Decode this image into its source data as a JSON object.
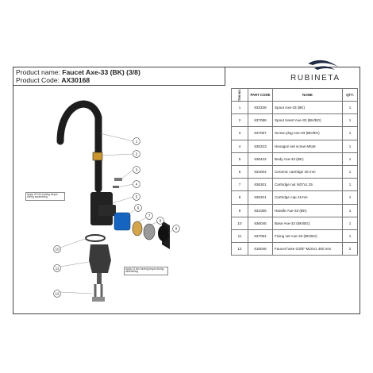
{
  "header": {
    "product_name_label": "Product name:",
    "product_name": "Faucet Axe-33 (BK) (3/8)",
    "product_code_label": "Product Code:",
    "product_code": "AX30168"
  },
  "brand": {
    "name": "RUBINETA",
    "logo": "wave-logo-icon",
    "color": "#1f2a44"
  },
  "table": {
    "headers": {
      "item_no": "ITEM NO.",
      "code": "PART CODE",
      "name": "NAME",
      "qty": "QTY."
    },
    "rows": [
      {
        "no": "1",
        "code": "633338",
        "name": "Spout Axe-33 (BK)",
        "qty": "1"
      },
      {
        "no": "2",
        "code": "637086",
        "name": "Spout Insert Axe-33 (BK/BG)",
        "qty": "1"
      },
      {
        "no": "3",
        "code": "637087",
        "name": "Screw plug Axe-33 (BK/BG)",
        "qty": "1"
      },
      {
        "no": "4",
        "code": "636323",
        "name": "Hexagon set screw M5x8",
        "qty": "1"
      },
      {
        "no": "5",
        "code": "635422",
        "name": "Body Axe-33 (BK)",
        "qty": "1"
      },
      {
        "no": "6",
        "code": "634004",
        "name": "Ceramic cartridge 35 mm",
        "qty": "1"
      },
      {
        "no": "7",
        "code": "636301",
        "name": "Cartridge nut  M37x1.25",
        "qty": "1"
      },
      {
        "no": "8",
        "code": "636201",
        "name": "Cartridge cap 41mm",
        "qty": "1"
      },
      {
        "no": "9",
        "code": "631056",
        "name": "Handle Axe-33 (BK)",
        "qty": "1"
      },
      {
        "no": "10",
        "code": "636045",
        "name": "Base Axe-33 (BK/BG)",
        "qty": "1"
      },
      {
        "no": "11",
        "code": "637081",
        "name": "Fixing set Axe-33 (BK/BG)",
        "qty": "1"
      },
      {
        "no": "12",
        "code": "618046",
        "name": "Faucet hose G3/8\"-M10x1 450 mm",
        "qty": "2"
      }
    ]
  },
  "drawing": {
    "callouts": [
      "1",
      "2",
      "3",
      "4",
      "5",
      "6",
      "7",
      "8",
      "9",
      "10",
      "11",
      "12"
    ],
    "note_top": "Apply 24 Nm turning torque during assembling",
    "note_bottom": "Apply 11 Nm turning torque during assembling"
  }
}
